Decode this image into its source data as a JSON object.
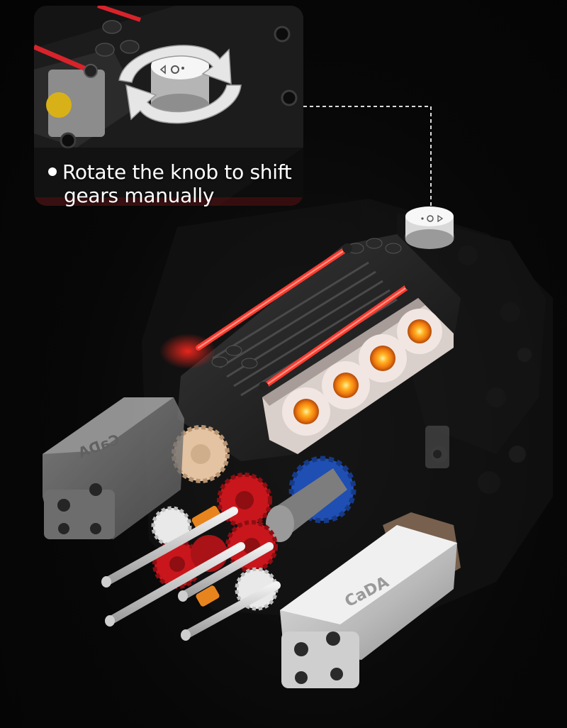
{
  "callout": {
    "line1": "Rotate the knob to shift",
    "line2": "gears manually"
  },
  "brand": {
    "motor_logo": "CaDA"
  },
  "colors": {
    "background": "#060606",
    "accent_red": "#e0232b",
    "led_orange": "#ff9a10",
    "gear_red": "#c8161c",
    "gear_blue": "#1f4fb3",
    "gear_tan": "#e6c7a4",
    "motor_grey": "#b8b8b8"
  },
  "icons": {
    "rotate_arrows": "rotate-arrows-icon",
    "bullet": "bullet-dot-icon"
  }
}
